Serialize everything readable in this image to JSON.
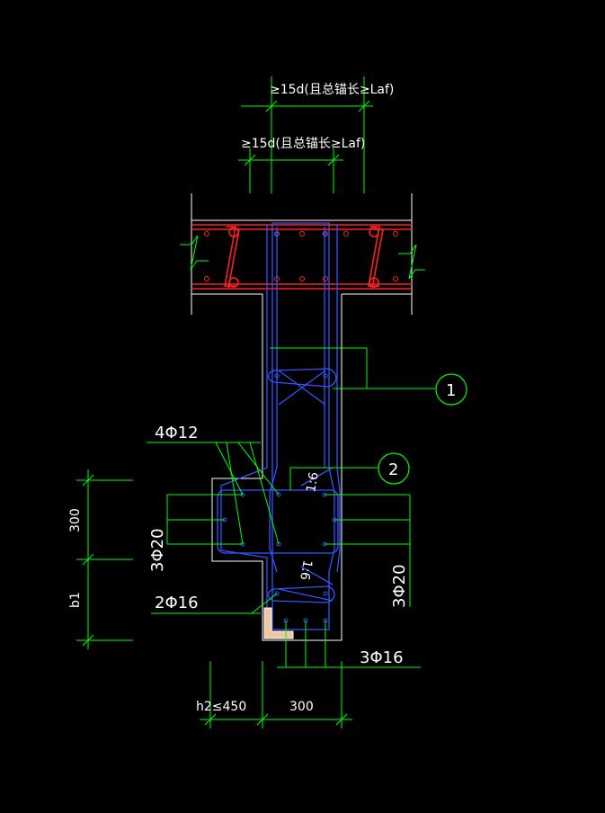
{
  "dimensions": {
    "anchor_outer": "≥15d(且总锚长≥Laf)",
    "anchor_inner": "≥15d(且总锚长≥Laf)",
    "left_upper": "300",
    "left_lower": "b1",
    "bottom_left": "h2≤450",
    "bottom_right": "300"
  },
  "rebar_labels": {
    "top_bars": "4Φ12",
    "left_side_bars": "3Φ20",
    "right_side_bars": "3Φ20",
    "bottom_left_bars": "2Φ16",
    "bottom_bars": "3Φ16"
  },
  "slopes": {
    "upper": "1:6",
    "lower": "1:6"
  },
  "callouts": {
    "one": "1",
    "two": "2"
  },
  "colors": {
    "background": "#000000",
    "dimension": "#00ff00",
    "outline": "#ffffff",
    "rebar": "#3355ff",
    "slab_rebar": "#ff2020",
    "text": "#ffffff"
  }
}
